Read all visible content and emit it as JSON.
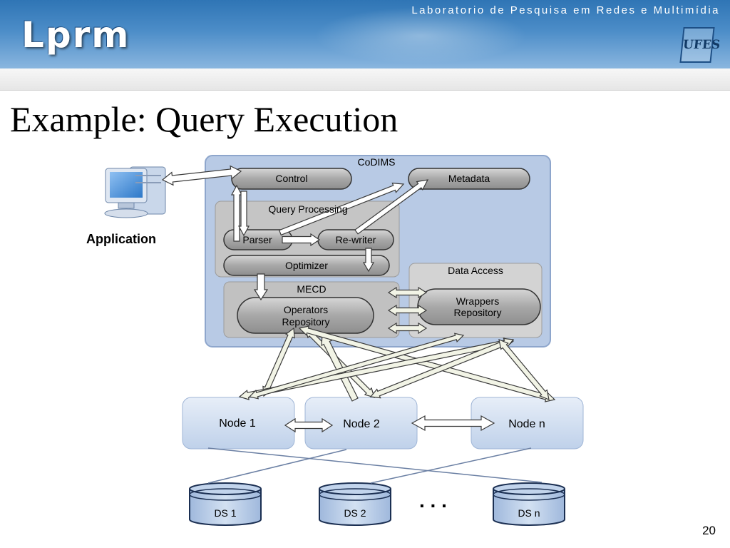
{
  "header": {
    "logo_text": "Lprm",
    "lab_name": "Laboratorio de Pesquisa em Redes e Multimídia",
    "university_logo_text": "UFES"
  },
  "slide": {
    "title": "Example: Query Execution",
    "page_number": "20"
  },
  "application": {
    "label": "Application"
  },
  "codims": {
    "label": "CoDIMS",
    "control": "Control",
    "metadata": "Metadata",
    "query_processing": "Query Processing",
    "parser": "Parser",
    "rewriter": "Re-writer",
    "optimizer": "Optimizer",
    "mecd": "MECD",
    "operators_line1": "Operators",
    "operators_line2": "Repository",
    "data_access": "Data Access",
    "wrappers_line1": "Wrappers",
    "wrappers_line2": "Repository"
  },
  "nodes": [
    "Node 1",
    "Node 2",
    "Node n"
  ],
  "data_sources": [
    "DS 1",
    "DS 2",
    "DS n"
  ],
  "ellipsis": ". . .",
  "colors": {
    "banner": "#2f75b5",
    "container": "#b9cbe6",
    "pill": "#9b9b9b",
    "arrow_fill": "#f2f4e6"
  }
}
